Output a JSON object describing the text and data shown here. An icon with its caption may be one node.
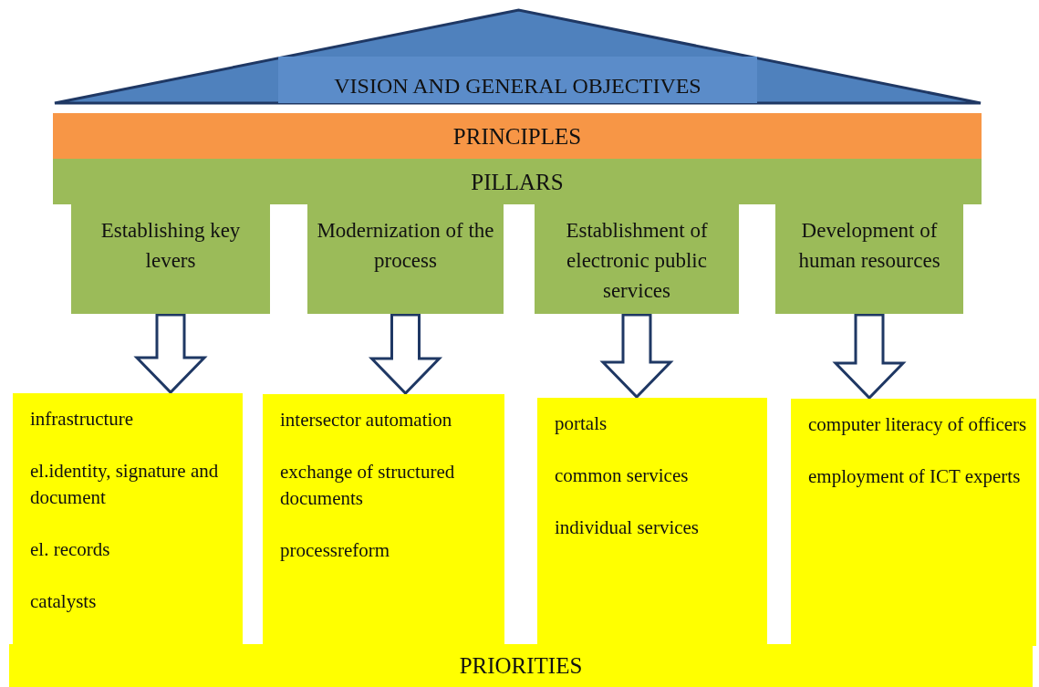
{
  "diagram": {
    "nodes": [
      {
        "text": [
          "VISION AND GENERAL OBJECTIVES"
        ]
      },
      {
        "text": [
          "PRINCIPLES"
        ]
      },
      {
        "text": [
          "PILLARS"
        ]
      },
      {
        "text": [
          "Establishing key levers"
        ]
      },
      {
        "text": [
          "Modernization of the process"
        ]
      },
      {
        "text": [
          "Establishment of electronic public services"
        ]
      },
      {
        "text": [
          "Development of human resources"
        ]
      },
      {
        "text": [
          "infrastructure",
          "el.identity, signature and document",
          "el. records",
          "catalysts"
        ]
      },
      {
        "text": [
          "intersector automation",
          "exchange of structured documents",
          "processreform"
        ]
      },
      {
        "text": [
          "portals",
          "common services",
          "individual services"
        ]
      },
      {
        "text": [
          "computer literacy of officers",
          "employment of ICT experts"
        ]
      },
      {
        "text": [
          "PRIORITIES"
        ]
      }
    ],
    "edges": [
      {
        "from": 3,
        "to": 7,
        "arrow": "to"
      },
      {
        "from": 4,
        "to": 8,
        "arrow": "to"
      },
      {
        "from": 5,
        "to": 9,
        "arrow": "to"
      },
      {
        "from": 6,
        "to": 10,
        "arrow": "to"
      }
    ]
  }
}
